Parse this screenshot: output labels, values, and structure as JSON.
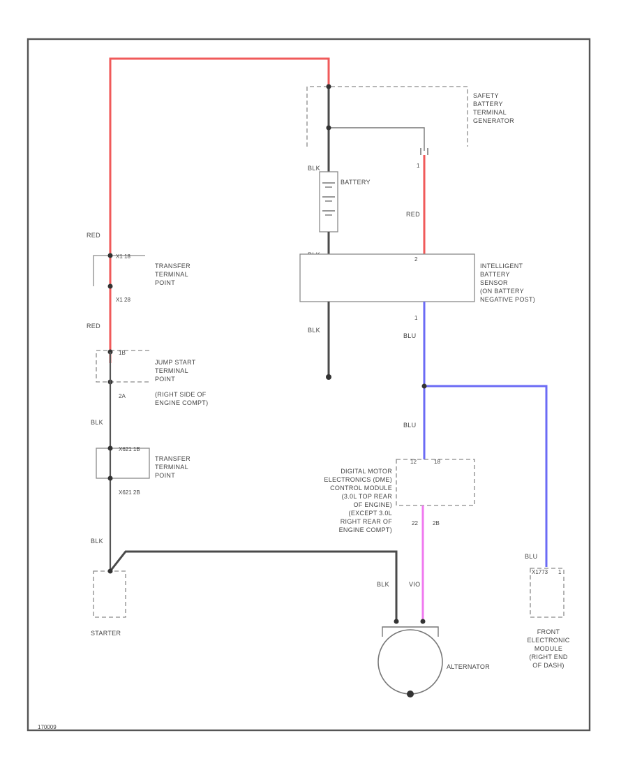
{
  "colors": {
    "red": "#f05a5a",
    "blue": "#6b6bf5",
    "violet": "#f07af0",
    "black_wire": "#4a4a4a",
    "frame": "#555555"
  },
  "components": {
    "safety_terminal": [
      "SAFETY",
      "BATTERY",
      "TERMINAL",
      "GENERATOR"
    ],
    "battery": "BATTERY",
    "ibs": [
      "INTELLIGENT",
      "BATTERY",
      "SENSOR",
      "(ON BATTERY",
      "NEGATIVE POST)"
    ],
    "transfer_top": [
      "TRANSFER",
      "TERMINAL",
      "POINT"
    ],
    "jump_start": [
      "JUMP START",
      "TERMINAL",
      "POINT",
      "(RIGHT SIDE OF",
      "ENGINE COMPT)"
    ],
    "transfer_bottom": [
      "TRANSFER",
      "TERMINAL",
      "POINT"
    ],
    "dme": [
      "DIGITAL MOTOR",
      "ELECTRONICS (DME)",
      "CONTROL MODULE",
      "(3.0L TOP REAR",
      "OF ENGINE)",
      "(EXCEPT 3.0L",
      "RIGHT REAR OF",
      "ENGINE COMPT)"
    ],
    "starter": "STARTER",
    "alternator": "ALTERNATOR",
    "front_module": [
      "FRONT",
      "ELECTRONIC",
      "MODULE",
      "(RIGHT END",
      "OF DASH)"
    ]
  },
  "wire_labels": {
    "red_left_top": "RED",
    "red_left_mid": "RED",
    "blk_left_1": "BLK",
    "blk_left_2": "BLK",
    "blk_battery_top": "BLK",
    "blk_battery_bottom": "BLK",
    "blk_ibs_below": "BLK",
    "red_right": "RED",
    "blu_1": "BLU",
    "blu_2": "BLU",
    "blu_3": "BLU",
    "blk_alt": "BLK",
    "vio_alt": "VIO"
  },
  "pins": {
    "x1_18": "X1 18",
    "x1_28": "X1 28",
    "js_1b": "1B",
    "js_2a": "2A",
    "x621_1b": "X621 1B",
    "x621_2b": "X621 2B",
    "ibs_pin_top": "2",
    "ibs_pin_bottom": "1",
    "safety_pin": "1",
    "dme_12": "12",
    "dme_18": "18",
    "dme_22": "22",
    "dme_2b": "2B",
    "fem_a": "X1773",
    "fem_b": "1"
  },
  "figure_id": "170009"
}
